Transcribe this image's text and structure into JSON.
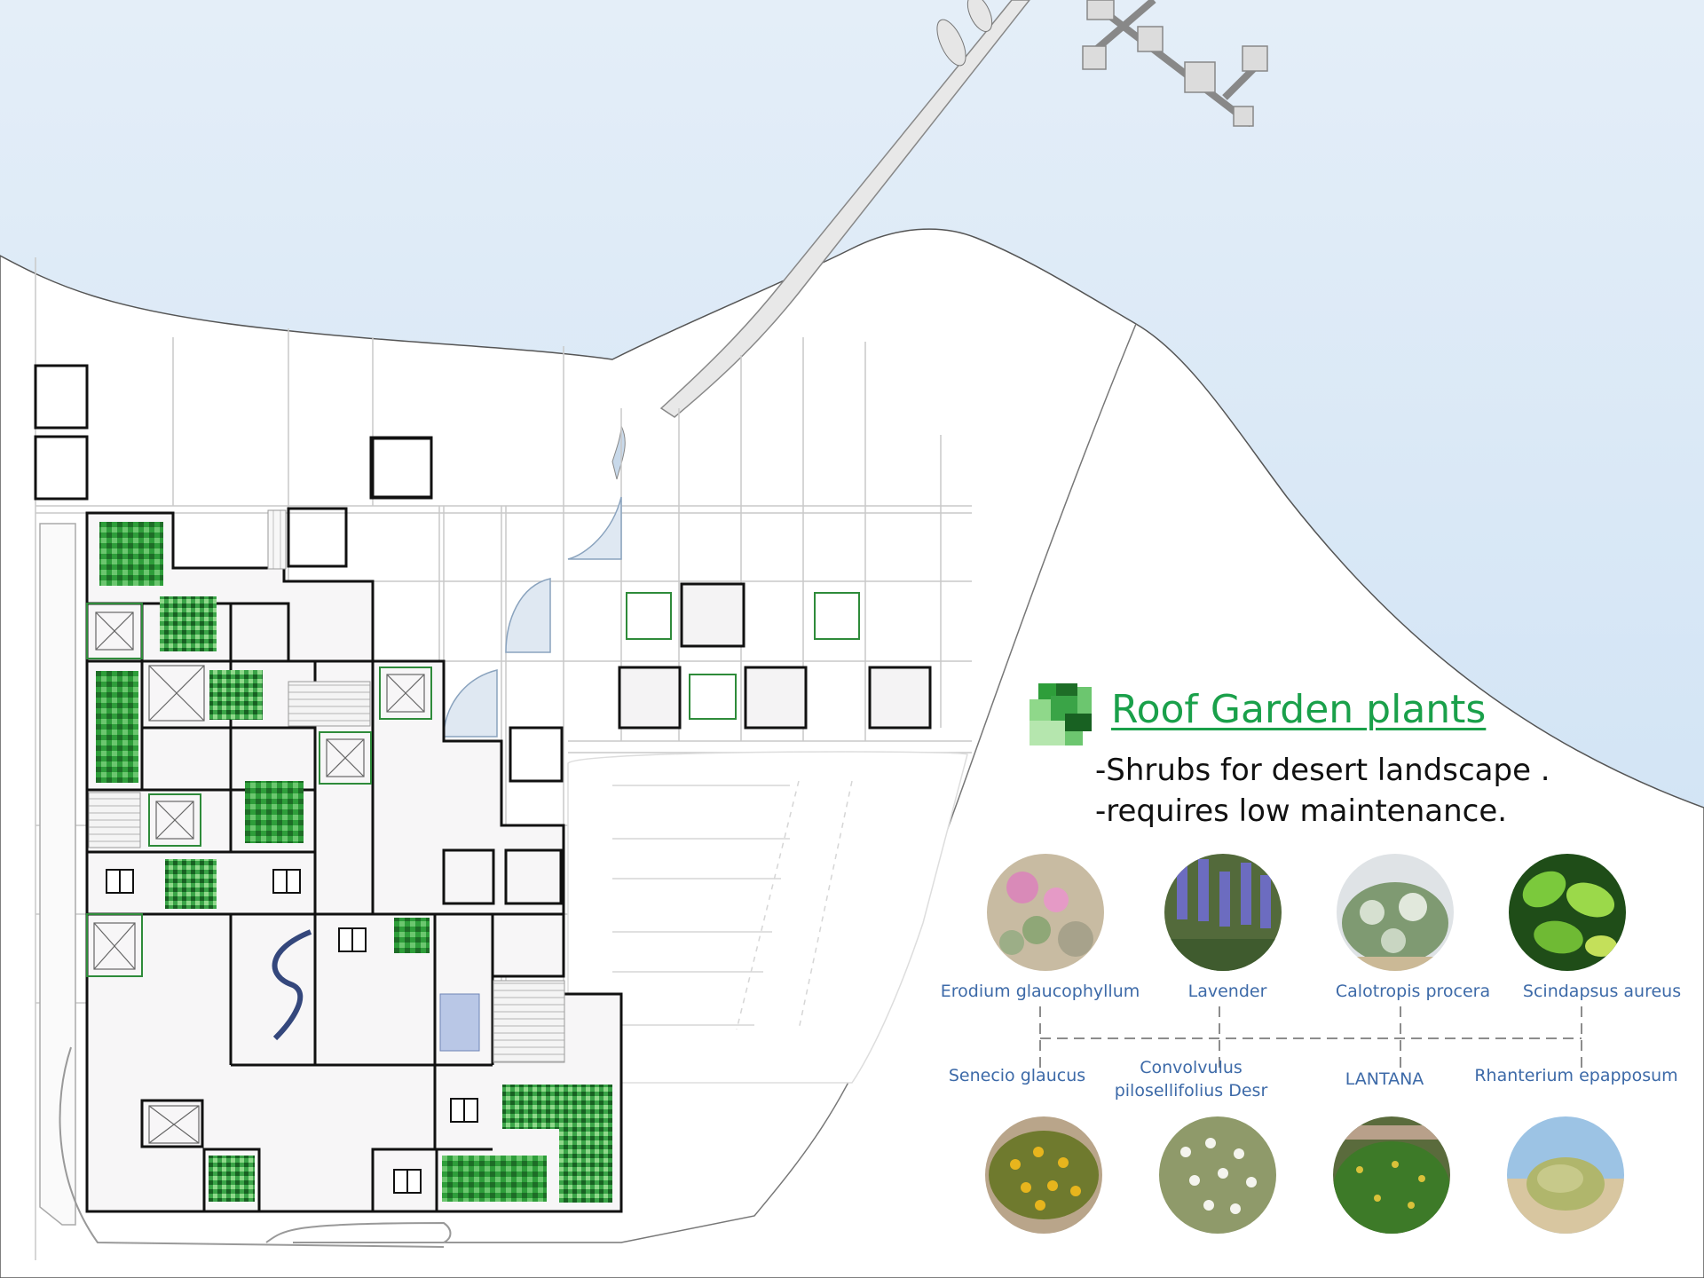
{
  "legend": {
    "title": "Roof Garden plants",
    "notes": [
      "-Shrubs for desert landscape .",
      "-requires low maintenance."
    ],
    "icon": "green-pixel-shrub-icon",
    "title_color": "#1aa04a"
  },
  "plants_top": [
    {
      "name": "Erodium glaucophyllum",
      "icon": "pink-flower-photo"
    },
    {
      "name": "Lavender",
      "icon": "purple-lavender-photo"
    },
    {
      "name": "Calotropis procera",
      "icon": "white-shrub-photo"
    },
    {
      "name": "Scindapsus aureus",
      "icon": "green-leaf-photo"
    }
  ],
  "plants_bottom": [
    {
      "name": "Senecio glaucus",
      "icon": "yellow-flower-photo"
    },
    {
      "name": "Convolvulus pilosellifolius Desr",
      "line1": "Convolvulus",
      "line2": "pilosellifolius Desr",
      "icon": "white-flower-photo"
    },
    {
      "name": "LANTANA",
      "icon": "green-hedge-photo"
    },
    {
      "name": "Rhanterium epapposum",
      "icon": "desert-grass-photo"
    }
  ],
  "colors": {
    "water": "#cfe2f5",
    "land": "#ffffff",
    "greenery": "#2e9e3a",
    "label": "#3d6aa8"
  }
}
